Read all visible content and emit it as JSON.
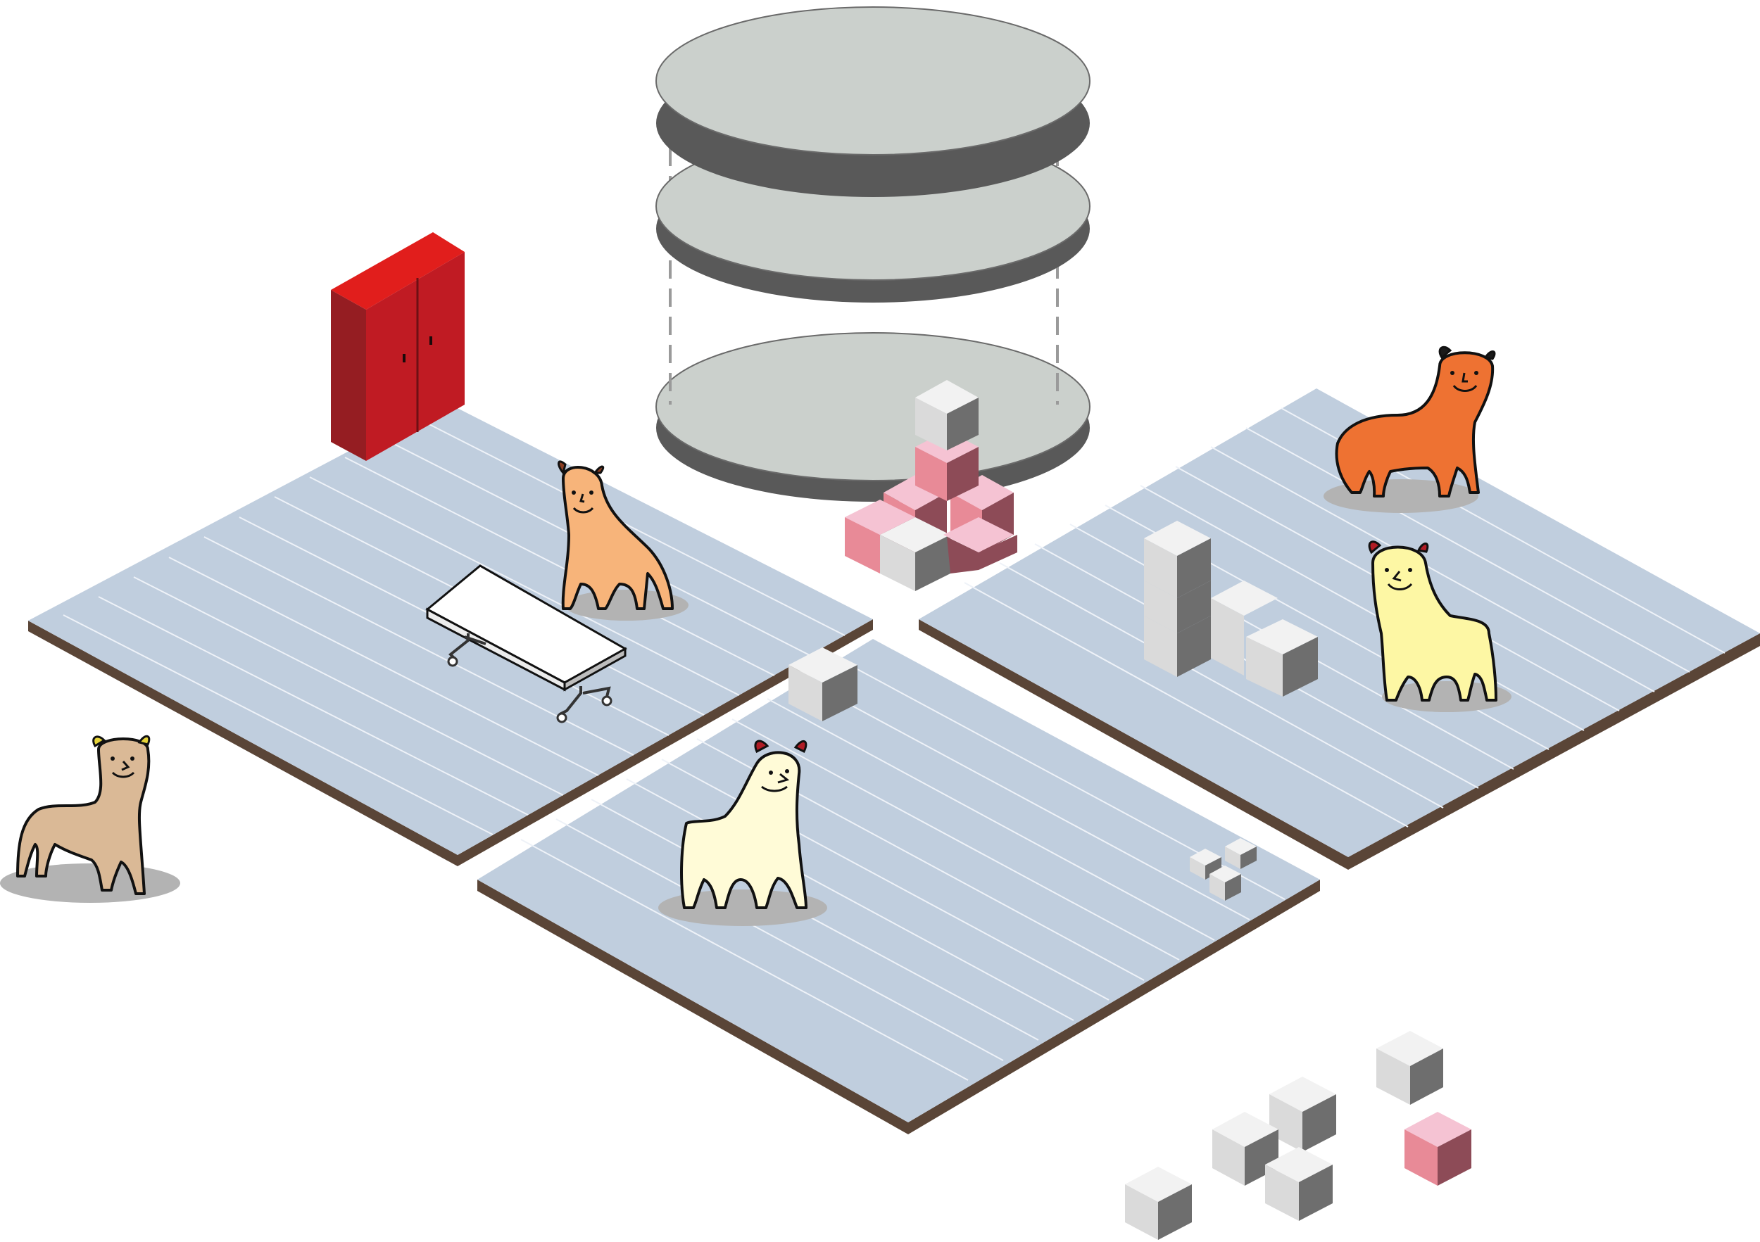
{
  "palette": {
    "background": "#ffffff",
    "floor_top": "#c0cede",
    "floor_line": "#eef2f8",
    "floor_edge": "#5a4537",
    "disk_top": "#cbd0cc",
    "disk_side": "#595959",
    "cube_top": "#f2f2f2",
    "cube_left": "#dadada",
    "cube_right": "#6e6e6e",
    "pink_top": "#f5c3d3",
    "pink_left": "#e88a97",
    "pink_right": "#8d4b57",
    "cabinet_front": "#c01b23",
    "cabinet_side": "#951d22",
    "cabinet_top": "#e11e1c",
    "shadow": "#b3b3b3",
    "outline": "#111111"
  },
  "scene": {
    "floor_tiles": [
      "left-floor-tile",
      "right-floor-tile",
      "front-floor-tile"
    ],
    "objects": [
      "disk-stack",
      "red-cabinet",
      "low-table",
      "white-cube-stack",
      "pink-cube-cluster",
      "loose-cubes"
    ],
    "creatures": [
      {
        "name": "orange-creature",
        "color": "#f7b47a"
      },
      {
        "name": "dark-orange-creature",
        "color": "#ee7232"
      },
      {
        "name": "yellow-creature",
        "color": "#fdf7a4"
      },
      {
        "name": "cream-creature",
        "color": "#fffbd7"
      },
      {
        "name": "tan-creature",
        "color": "#dab996"
      }
    ]
  }
}
